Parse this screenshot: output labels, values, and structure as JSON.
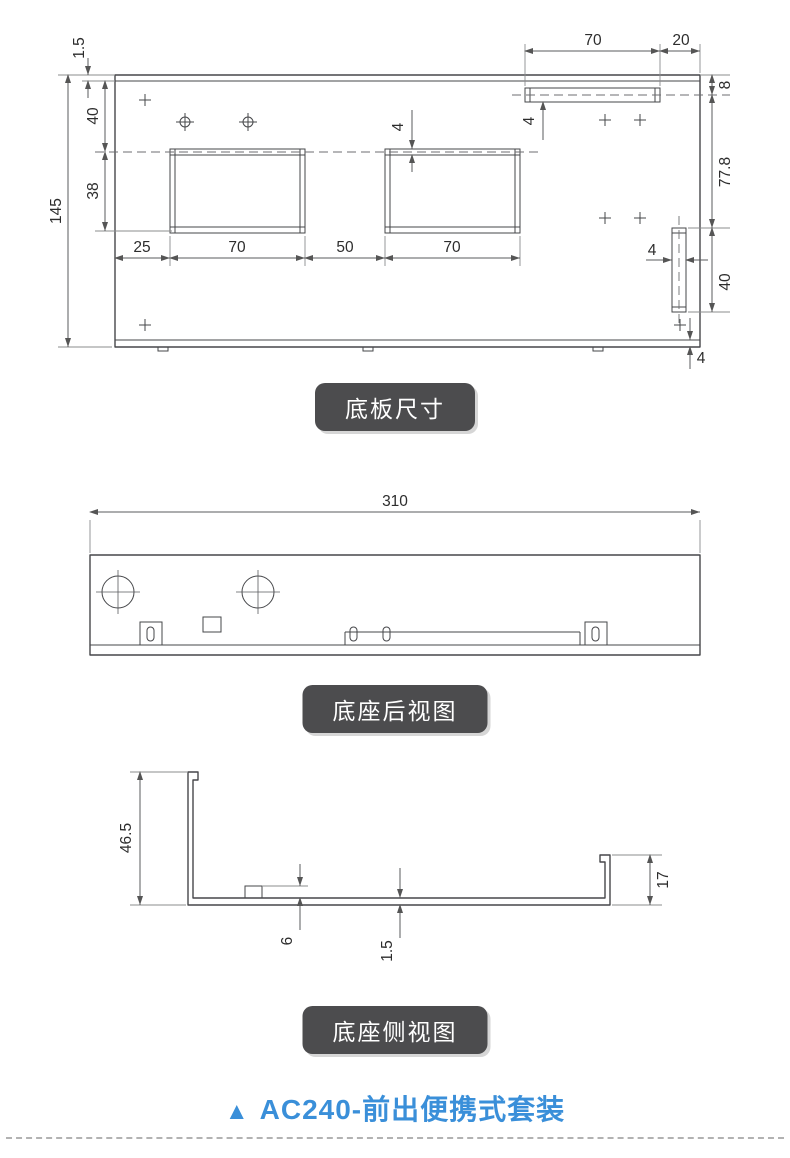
{
  "captions": {
    "plate": "底板尺寸",
    "rear": "底座后视图",
    "side": "底座侧视图"
  },
  "footer": {
    "marker": "▲",
    "title": "AC240-前出便携式套装",
    "accent_color": "#3a8fd9"
  },
  "plate": {
    "dims": {
      "thickness": "1.5",
      "top_edge_to_slot": "40",
      "slot_height": "38",
      "overall_height": "145",
      "top_slot_length": "70",
      "top_slot_to_edge": "20",
      "top_edge_to_centerline": "8",
      "right_vertical_span": "77.8",
      "side_slot_length": "40",
      "side_slot_width": "4",
      "bottom_edge_offset": "4",
      "rail_gap_mid": "4",
      "rail_gap_top": "4",
      "left_margin": "25",
      "slot_a_length": "70",
      "slot_gap": "50",
      "slot_b_length": "70"
    }
  },
  "rear": {
    "dims": {
      "overall_width": "310"
    }
  },
  "side": {
    "dims": {
      "wall_height": "46.5",
      "flange_height": "17",
      "tab_height": "6",
      "plate_thickness": "1.5"
    }
  }
}
